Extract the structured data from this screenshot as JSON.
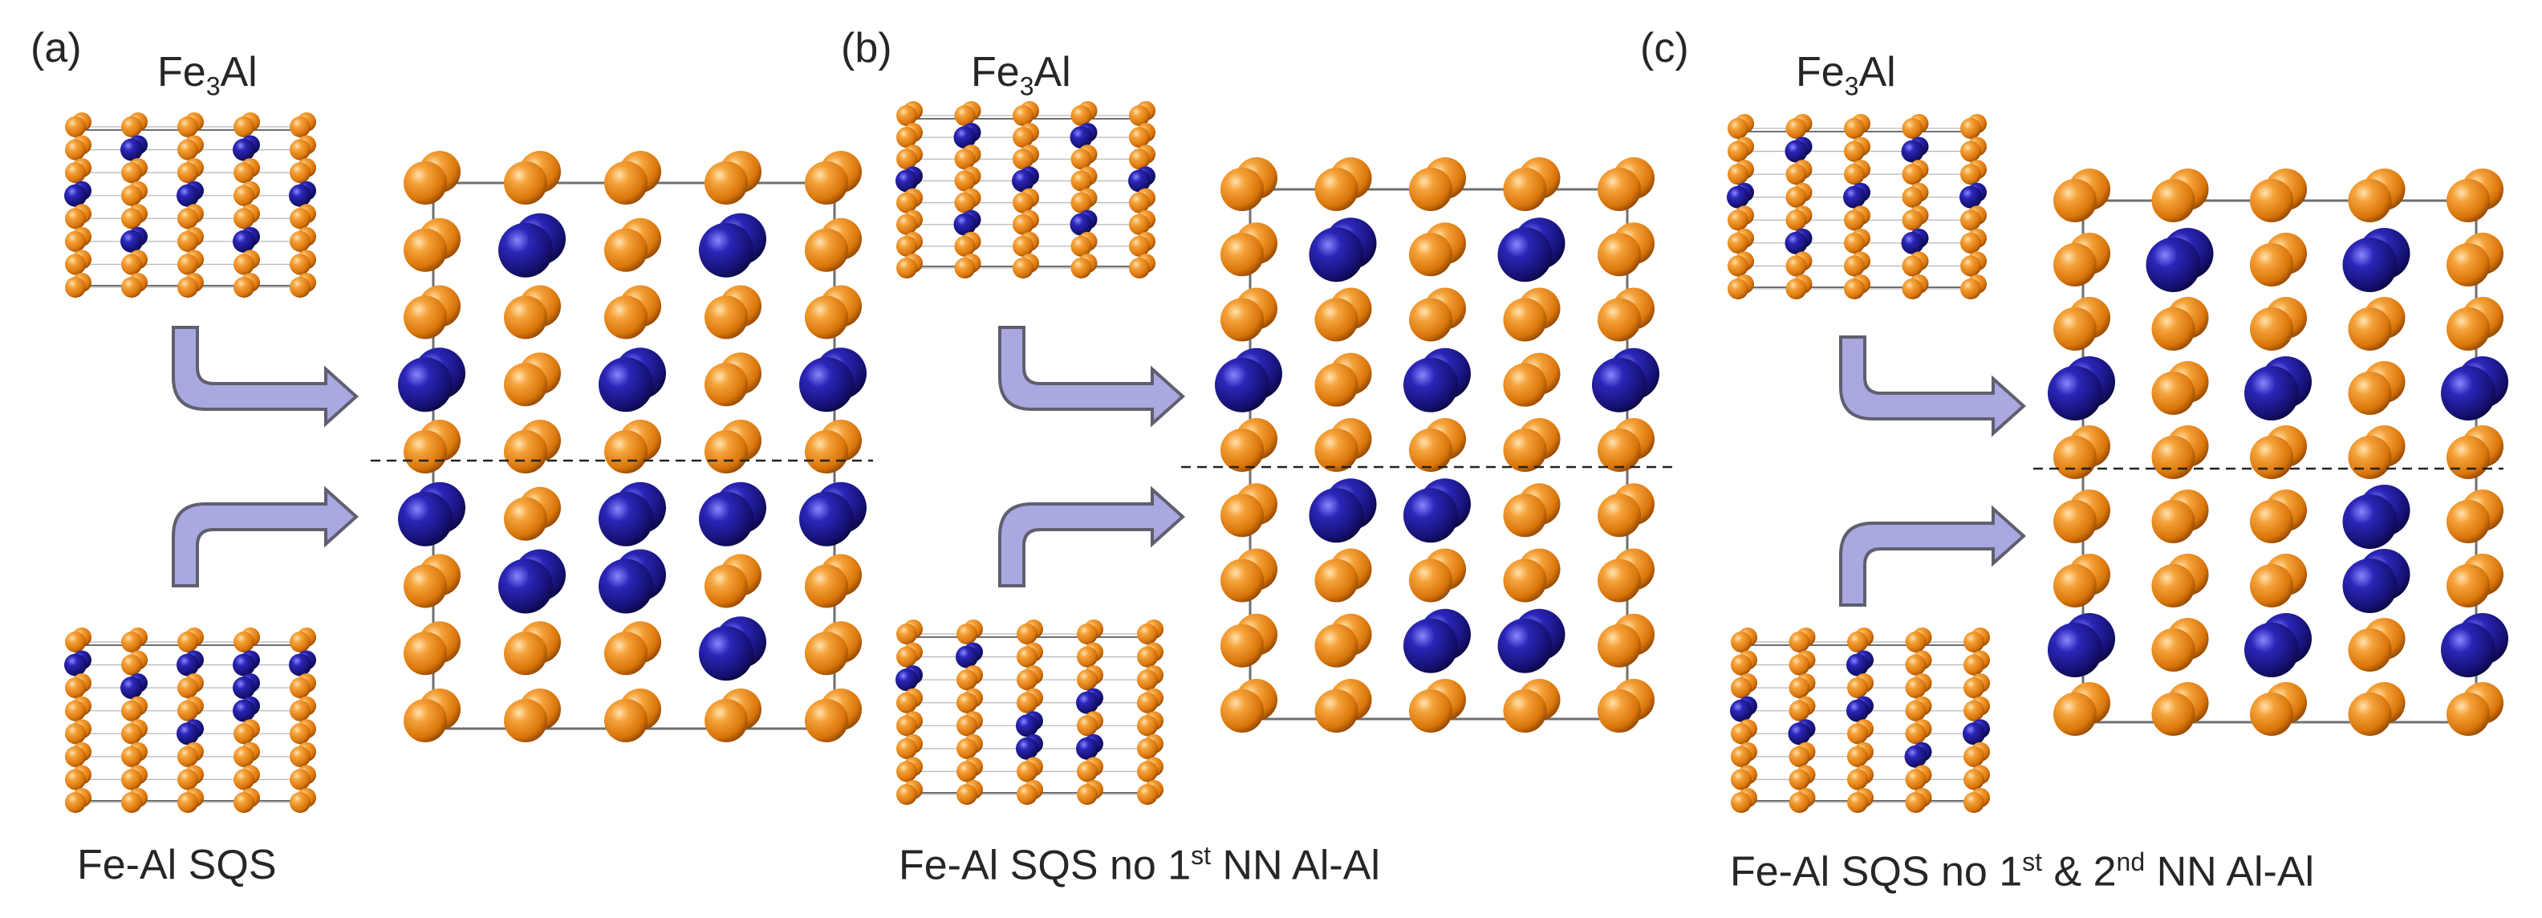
{
  "panels": [
    {
      "id": "a",
      "label": "(a)",
      "top_title": "Fe",
      "top_sub": "3",
      "top_suffix": "Al",
      "bottom_text": "Fe-Al SQS",
      "bottom_sup": "",
      "bottom_suffix": ""
    },
    {
      "id": "b",
      "label": "(b)",
      "top_title": "Fe",
      "top_sub": "3",
      "top_suffix": "Al",
      "bottom_text": "Fe-Al SQS no 1",
      "bottom_sup": "st",
      "bottom_suffix": " NN Al-Al"
    },
    {
      "id": "c",
      "label": "(c)",
      "top_title": "Fe",
      "top_sub": "3",
      "top_suffix": "Al",
      "bottom_text": "Fe-Al SQS no 1",
      "bottom_sup": "st",
      "bottom_suffix": " & 2"
    }
  ],
  "panel_c_extra": {
    "sup": "nd",
    "suffix": " NN Al-Al"
  },
  "colors": {
    "fe": "#e8870f",
    "al": "#1e1a8c",
    "arrow_fill": "#a9a8e0",
    "arrow_stroke": "#5f5f6e",
    "cell_line": "#6f6f6f"
  },
  "atom_species": [
    "Fe",
    "Al"
  ]
}
